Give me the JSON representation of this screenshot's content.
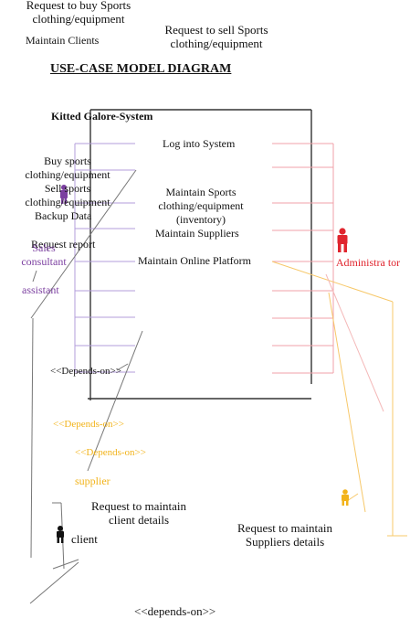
{
  "diagram": {
    "heading": "USE-CASE MODEL DIAGRAM",
    "system_name": "Kitted Galore-System",
    "top_labels": {
      "request_buy": "Request to buy Sports clothing/equipment",
      "maintain_clients": "Maintain Clients",
      "request_sell": "Request to sell Sports clothing/equipment"
    },
    "use_cases": {
      "log_into_system": "Log into System",
      "maintain_inventory": "Maintain Sports clothing/equipment (inventory)",
      "maintain_suppliers": "Maintain Suppliers",
      "maintain_online_platform": "Maintain Online Platform",
      "buy_sports": "Buy sports clothing/equipment",
      "sell_sports": "Sell sports clothing/equipment",
      "backup_data": "Backup Data",
      "request_report": "Request report",
      "request_client_details": "Request to maintain client details",
      "request_supplier_details": "Request to maintain Suppliers details"
    },
    "actors": {
      "sales_consultant": "Sales consultant",
      "assistant": "assistant",
      "administrator": "Administra tor",
      "supplier": "supplier",
      "client": "client"
    },
    "relations": {
      "depends_on_1": "<<Depends-on>>",
      "depends_on_2": "<<Depends-on>>",
      "depends_on_3": "<<Depends-on>>",
      "depends_on_4": "<<depends-on>>"
    },
    "colors": {
      "purple": "#7b3fa0",
      "red": "#e0252e",
      "yellow": "#f2b31a",
      "lavender": "#b39ddb",
      "pink": "#f0a0a8",
      "gray": "#666666"
    }
  }
}
